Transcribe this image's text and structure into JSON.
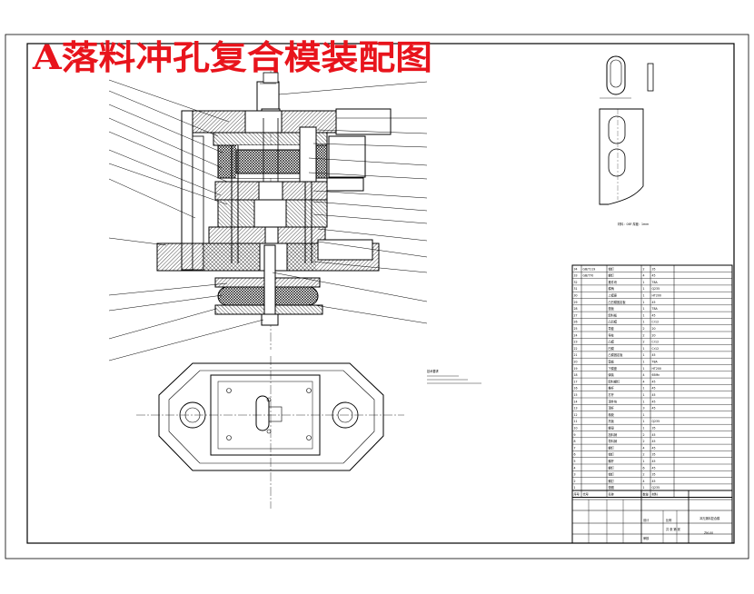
{
  "drawing_title": "A落料冲孔复合模装配图",
  "part_note": "材料：08F  厚度：1mm",
  "tech_requirements": "技术要求",
  "bom_header": {
    "no": "序号",
    "code": "代号",
    "name": "名称",
    "qty": "数量",
    "material": "材料"
  },
  "bom_rows": [
    [
      "34",
      "GB/T119",
      "销钉",
      "2",
      "35"
    ],
    [
      "33",
      "GB/T70",
      "螺钉",
      "4",
      "45"
    ],
    [
      "32",
      "",
      "推件块",
      "1",
      "T8A"
    ],
    [
      "31",
      "",
      "模柄",
      "1",
      "Q235"
    ],
    [
      "30",
      "",
      "上模座",
      "1",
      "HT200"
    ],
    [
      "29",
      "",
      "凸凹模固定板",
      "1",
      "45"
    ],
    [
      "28",
      "",
      "垫板",
      "1",
      "T8A"
    ],
    [
      "27",
      "",
      "卸料板",
      "1",
      "45"
    ],
    [
      "26",
      "",
      "凸凹模",
      "1",
      "Cr12"
    ],
    [
      "25",
      "",
      "导套",
      "2",
      "20"
    ],
    [
      "24",
      "",
      "导柱",
      "2",
      "20"
    ],
    [
      "23",
      "",
      "凸模",
      "2",
      "Cr12"
    ],
    [
      "22",
      "",
      "凹模",
      "1",
      "Cr12"
    ],
    [
      "21",
      "",
      "凸模固定板",
      "1",
      "45"
    ],
    [
      "20",
      "",
      "垫板",
      "1",
      "T8A"
    ],
    [
      "19",
      "",
      "下模座",
      "1",
      "HT200"
    ],
    [
      "18",
      "",
      "弹簧",
      "4",
      "65Mn"
    ],
    [
      "17",
      "",
      "卸料螺钉",
      "4",
      "45"
    ],
    [
      "16",
      "",
      "推杆",
      "1",
      "45"
    ],
    [
      "15",
      "",
      "打杆",
      "1",
      "45"
    ],
    [
      "14",
      "",
      "顶件块",
      "1",
      "45"
    ],
    [
      "13",
      "",
      "顶杆",
      "3",
      "45"
    ],
    [
      "12",
      "",
      "橡胶",
      "1",
      ""
    ],
    [
      "11",
      "",
      "托板",
      "1",
      "Q235"
    ],
    [
      "10",
      "",
      "螺母",
      "1",
      "35"
    ],
    [
      "9",
      "",
      "挡料销",
      "2",
      "45"
    ],
    [
      "8",
      "",
      "导料销",
      "2",
      "45"
    ],
    [
      "7",
      "",
      "螺钉",
      "4",
      "45"
    ],
    [
      "6",
      "",
      "销钉",
      "2",
      "35"
    ],
    [
      "5",
      "",
      "螺杆",
      "1",
      "45"
    ],
    [
      "4",
      "",
      "螺钉",
      "6",
      "45"
    ],
    [
      "3",
      "",
      "销钉",
      "2",
      "35"
    ],
    [
      "2",
      "",
      "螺钉",
      "4",
      "45"
    ],
    [
      "1",
      "",
      "垫圈",
      "1",
      "Q235"
    ]
  ],
  "title_block": {
    "name": "冲孔落料复合模",
    "scale": "比例",
    "sheet": "共 张 第 张",
    "designer": "设计",
    "checker": "审核",
    "drawing_no": "ZM-00"
  }
}
